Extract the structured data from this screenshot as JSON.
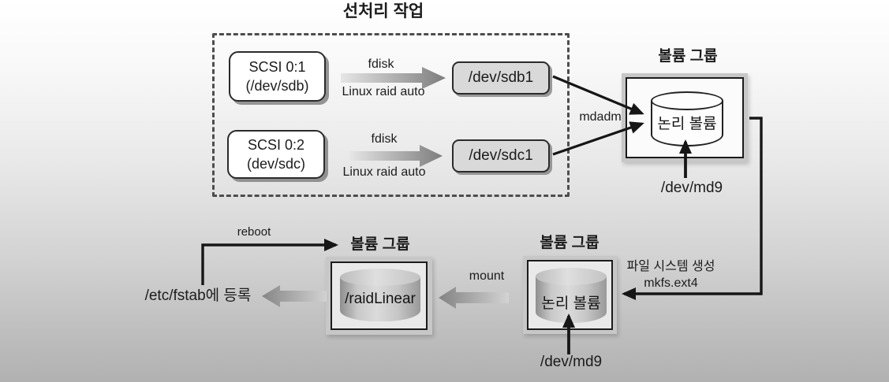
{
  "diagram": {
    "preprocess": {
      "title": "선처리 작업",
      "rows": [
        {
          "disk_line1": "SCSI 0:1",
          "disk_line2": "(/dev/sdb)",
          "cmd": "fdisk",
          "cmd_sub": "Linux raid auto",
          "partition": "/dev/sdb1"
        },
        {
          "disk_line1": "SCSI 0:2",
          "disk_line2": "(dev/sdc)",
          "cmd": "fdisk",
          "cmd_sub": "Linux raid auto",
          "partition": "/dev/sdc1"
        }
      ]
    },
    "mdadm_label": "mdadm",
    "vg_top": {
      "title": "볼륨 그룹",
      "volume": "논리 볼륨",
      "device": "/dev/md9"
    },
    "mkfs": {
      "line1": "파일 시스템 생성",
      "line2": "mkfs.ext4"
    },
    "vg_mid": {
      "title": "볼륨 그룹",
      "volume": "논리 볼륨",
      "device": "/dev/md9"
    },
    "mount_label": "mount",
    "vg_left": {
      "title": "볼륨 그룹",
      "volume": "/raidLinear"
    },
    "fstab_label": "/etc/fstab에 등록",
    "reboot_label": "reboot"
  },
  "colors": {
    "background_top": "#ffffff",
    "background_bottom": "#b1b1b1",
    "box_fill": "#ffffff",
    "partition_fill": "#d9d9d9",
    "frame_gray": "#c7c7c7",
    "line_black": "#161616",
    "gradient_arrow_dark": "#7d7d7d",
    "gradient_arrow_light": "#e4e4e4"
  }
}
